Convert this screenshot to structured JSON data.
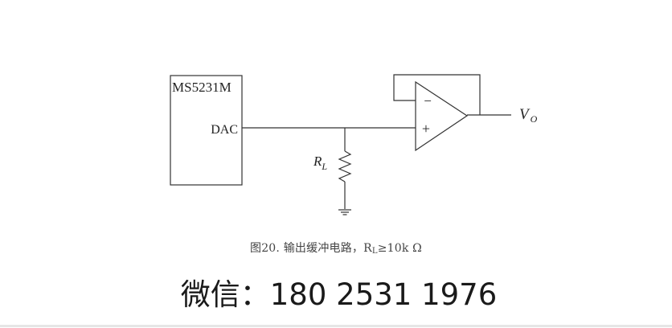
{
  "diagram": {
    "chip_label": "MS5231M",
    "pin_label": "DAC",
    "resistor_label_main": "R",
    "resistor_label_sub": "L",
    "opamp_minus": "−",
    "opamp_plus": "+",
    "output_label_main": "V",
    "output_label_sub": "O"
  },
  "caption": {
    "text_main": "图20. 输出缓冲电路，R",
    "text_sub": "L",
    "text_tail": "≥10k Ω"
  },
  "contact": {
    "label": "微信：",
    "phone": "180 2531 1976"
  }
}
